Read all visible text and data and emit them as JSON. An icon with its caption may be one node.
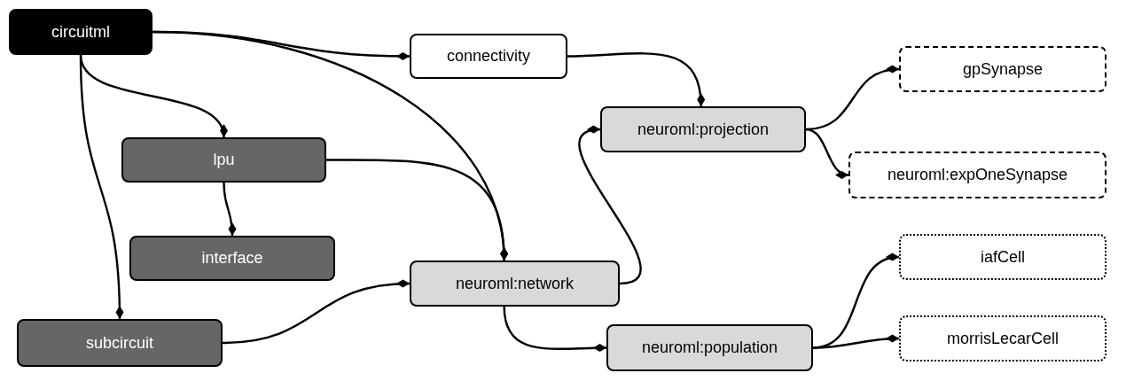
{
  "diagram": {
    "nodes": [
      {
        "text": [
          "circuitml"
        ]
      },
      {
        "text": [
          "connectivity"
        ]
      },
      {
        "text": [
          "lpu"
        ]
      },
      {
        "text": [
          "neuroml:projection"
        ]
      },
      {
        "text": [
          "gpSynapse"
        ]
      },
      {
        "text": [
          "neuroml:expOneSynapse"
        ]
      },
      {
        "text": [
          "interface"
        ]
      },
      {
        "text": [
          "neuroml:network"
        ]
      },
      {
        "text": [
          "iafCell"
        ]
      },
      {
        "text": [
          "subcircuit"
        ]
      },
      {
        "text": [
          "neuroml:population"
        ]
      },
      {
        "text": [
          "morrisLecarCell"
        ]
      }
    ],
    "edges": [
      {
        "from": 0,
        "to": 1,
        "arrow": "other"
      },
      {
        "from": 0,
        "to": 2,
        "arrow": "other"
      },
      {
        "from": 0,
        "to": 7,
        "arrow": "other"
      },
      {
        "from": 0,
        "to": 9,
        "arrow": "other"
      },
      {
        "from": 2,
        "to": 6,
        "arrow": "other"
      },
      {
        "from": 2,
        "to": 7,
        "arrow": "other"
      },
      {
        "from": 1,
        "to": 3,
        "arrow": "other"
      },
      {
        "from": 7,
        "to": 3,
        "arrow": "other"
      },
      {
        "from": 3,
        "to": 4,
        "arrow": "other"
      },
      {
        "from": 3,
        "to": 5,
        "arrow": "other"
      },
      {
        "from": 9,
        "to": 7,
        "arrow": "other"
      },
      {
        "from": 7,
        "to": 10,
        "arrow": "other"
      },
      {
        "from": 10,
        "to": 8,
        "arrow": "other"
      },
      {
        "from": 10,
        "to": 11,
        "arrow": "other"
      }
    ]
  }
}
